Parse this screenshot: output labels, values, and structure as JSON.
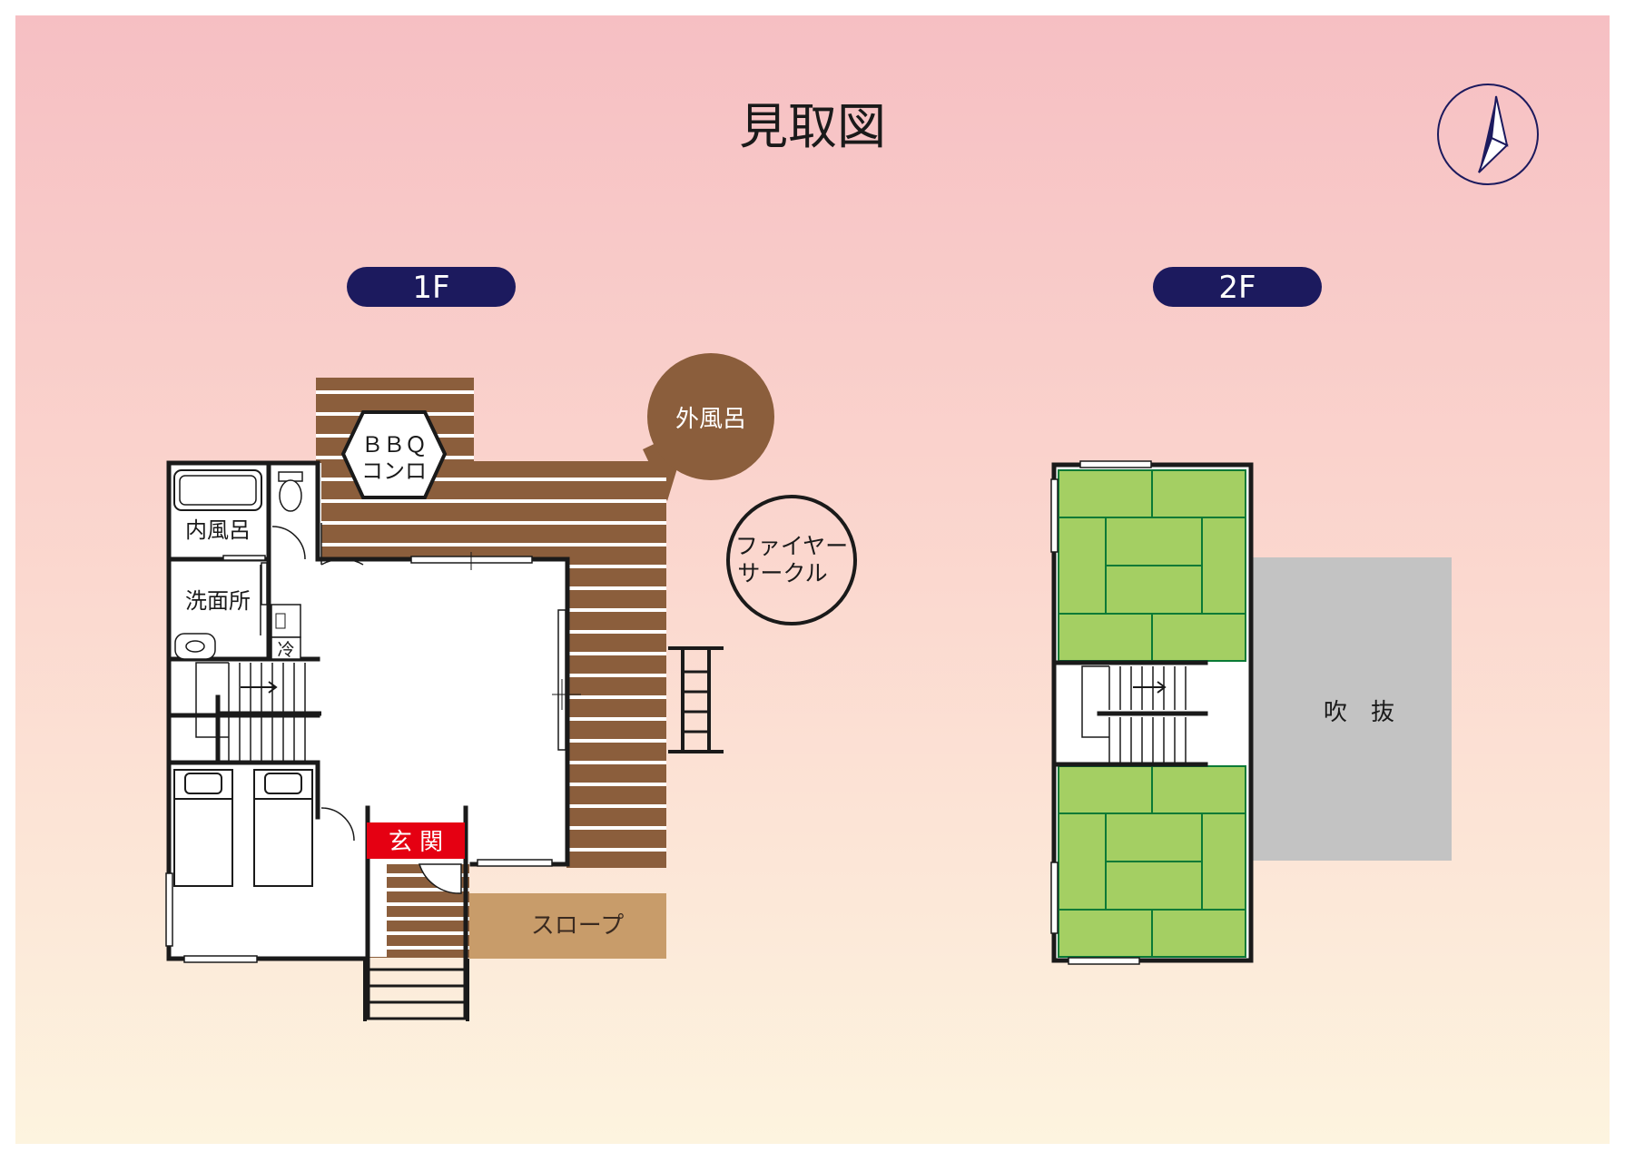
{
  "title": "見取図",
  "compass": {
    "icon": "north-arrow-icon"
  },
  "floors": {
    "first": {
      "label": "1F",
      "rooms": {
        "bbq": [
          "ＢＢＱ",
          "コンロ"
        ],
        "outdoor_bath": "外風呂",
        "fire_circle": [
          "ファイヤー",
          "サークル"
        ],
        "indoor_bath": "内風呂",
        "washroom": "洗面所",
        "fridge": "冷",
        "entrance": "玄 関",
        "slope": "スロープ"
      }
    },
    "second": {
      "label": "2F",
      "rooms": {
        "atrium": "吹　抜"
      }
    }
  },
  "colors": {
    "navy": "#1c1a5e",
    "deck": "#8b5e3c",
    "deck_stripe": "#ffffff",
    "outdoor_bath": "#8b5e3c",
    "slope": "#c89c6a",
    "entrance": "#e50012",
    "tatami": "#a4cf63",
    "tatami_line": "#0a7a36",
    "atrium": "#c3c3c3",
    "wall": "#1a1a1a",
    "bg_top": "#f7c3c6",
    "bg_bottom": "#fdf3dd"
  }
}
